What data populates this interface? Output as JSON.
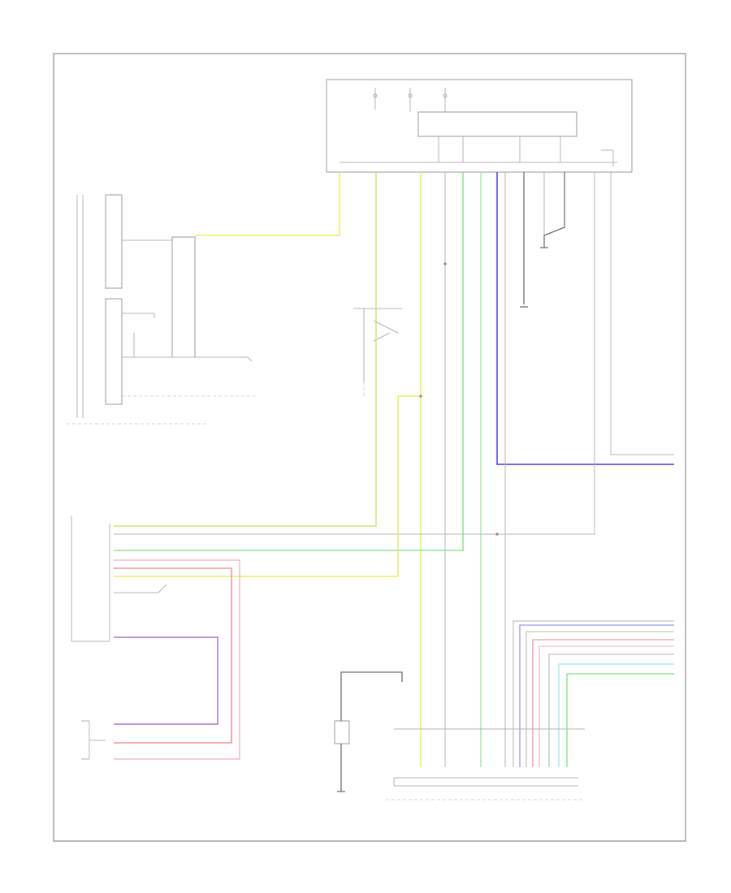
{
  "diagram": {
    "footer_code": "",
    "wire_colors": {
      "yellow": "#e8e84a",
      "green": "#7de07d",
      "blue": "#3a3ae0",
      "red": "#f08080",
      "pink": "#f4b0b0",
      "purple": "#9a5ac8",
      "cyan": "#8ee0e8",
      "gray": "#b4b4b4",
      "dark": "#707070"
    },
    "components": [
      {
        "id": "control-unit",
        "label": ""
      },
      {
        "id": "relay-box",
        "label": ""
      },
      {
        "id": "under-dash-fuse-box",
        "label": ""
      },
      {
        "id": "combination-switch",
        "label": ""
      },
      {
        "id": "auto-light-sensor",
        "label": ""
      },
      {
        "id": "light-control-unit",
        "label": ""
      },
      {
        "id": "lighting-switch",
        "label": ""
      },
      {
        "id": "connector-bar-1",
        "label": ""
      },
      {
        "id": "connector-bar-2",
        "label": ""
      }
    ]
  }
}
